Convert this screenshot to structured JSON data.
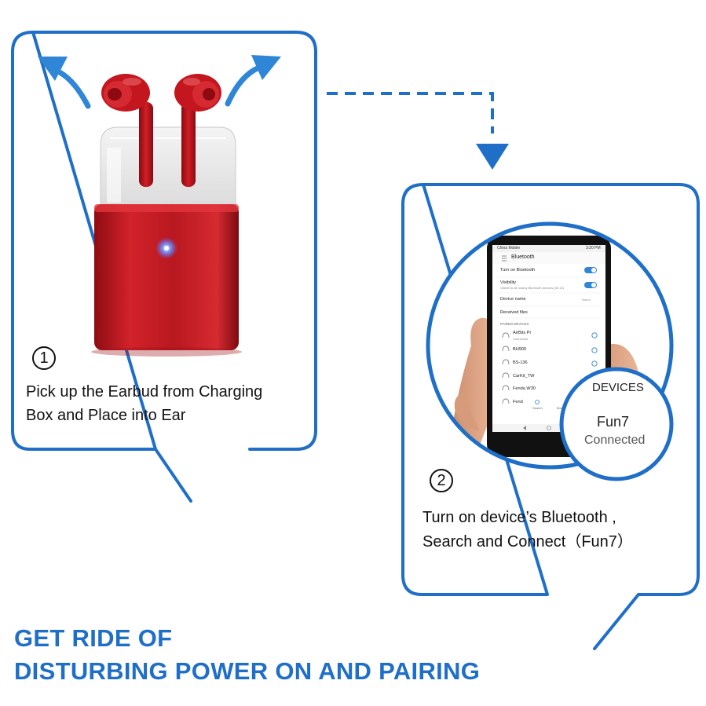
{
  "step1": {
    "number": "1",
    "line1": "Pick up the Earbud from Charging",
    "line2": "Box and Place into Ear"
  },
  "step2": {
    "number": "2",
    "line1": "Turn on device’s Bluetooth ,",
    "line2": "Search and Connect（Fun7）"
  },
  "headline": {
    "line1": "GET RIDE OF",
    "line2": "DISTURBING POWER ON AND PAIRING"
  },
  "phone": {
    "carrier": "China Mobile",
    "clock": "3:20 PM",
    "title": "Bluetooth",
    "turn_on": "Turn on Bluetooth",
    "visibility": "Visibility",
    "visibility_sub": "Visible to all nearby Bluetooth devices (00:10)",
    "device_name_label": "Device name",
    "device_name_value": "Honor",
    "received_files": "Received files",
    "paired_header": "PAIRED DEVICES",
    "devices": [
      {
        "name": "AirBits Pr",
        "status": "Connected"
      },
      {
        "name": "BH900",
        "status": ""
      },
      {
        "name": "BS-136",
        "status": ""
      },
      {
        "name": "CarKit_TW",
        "status": ""
      },
      {
        "name": "Fenda W30",
        "status": ""
      },
      {
        "name": "Fend",
        "status": ""
      }
    ],
    "nav_search": "Search",
    "nav_more": "More"
  },
  "zoom": {
    "header": "DEVICES",
    "device": "Fun7",
    "status": "Connected"
  },
  "colors": {
    "accent_blue": "#1f6fc8",
    "case_red": "#c8141c",
    "led_blue": "#4a6cff"
  },
  "icons": [
    "arrow-up-left-icon",
    "arrow-up-right-icon",
    "dashed-arrow-down-icon",
    "headset-icon",
    "info-icon",
    "toggle-icon",
    "search-icon"
  ]
}
